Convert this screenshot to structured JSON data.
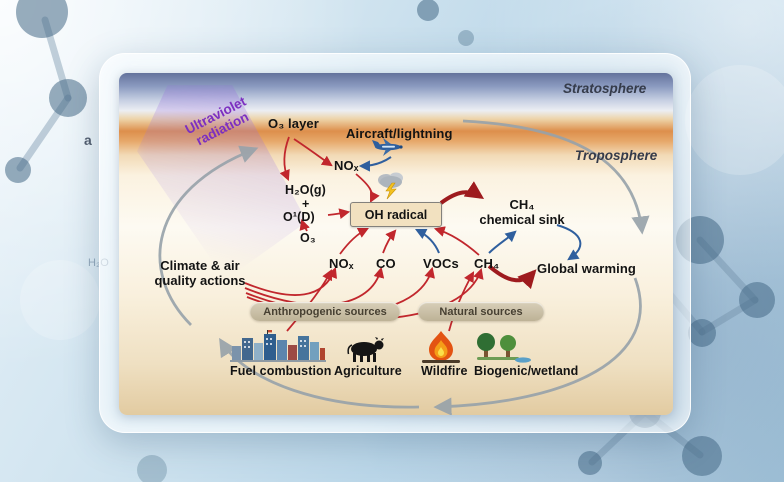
{
  "background": {
    "panel_label": "a",
    "watermark": "H₂O"
  },
  "atmosphere": {
    "stratosphere": "Stratosphere",
    "troposphere": "Troposphere",
    "uv_line1": "Ultraviolet",
    "uv_line2": "radiation",
    "ozone_layer": "O₃ layer"
  },
  "chemistry": {
    "aircraft": "Aircraft/lightning",
    "nox_top": "NOₓ",
    "h2o_g": "H₂O(g)",
    "plus": "+",
    "o1d": "O¹(D)",
    "o3": "O₃",
    "oh_radical": "OH radical",
    "ch4_sink_line1": "CH₄",
    "ch4_sink_line2": "chemical sink",
    "nox": "NOₓ",
    "co": "CO",
    "vocs": "VOCs",
    "ch4": "CH₄",
    "global_warming": "Global warming",
    "climate_line1": "Climate & air",
    "climate_line2": "quality actions"
  },
  "sources": {
    "anthropogenic_label": "Anthropogenic sources",
    "natural_label": "Natural sources",
    "items": [
      {
        "label": "Fuel combustion",
        "icon": "city-icon"
      },
      {
        "label": "Agriculture",
        "icon": "cow-icon"
      },
      {
        "label": "Wildfire",
        "icon": "flame-icon"
      },
      {
        "label": "Biogenic/wetland",
        "icon": "tree-icon"
      }
    ]
  },
  "colors": {
    "red_arrow": "#c1272d",
    "dark_red_arrow": "#9e1b1e",
    "blue_arrow": "#2f5f9e",
    "gray_arrow": "#97a2aa",
    "uv_purple": "#7c2fc0"
  }
}
